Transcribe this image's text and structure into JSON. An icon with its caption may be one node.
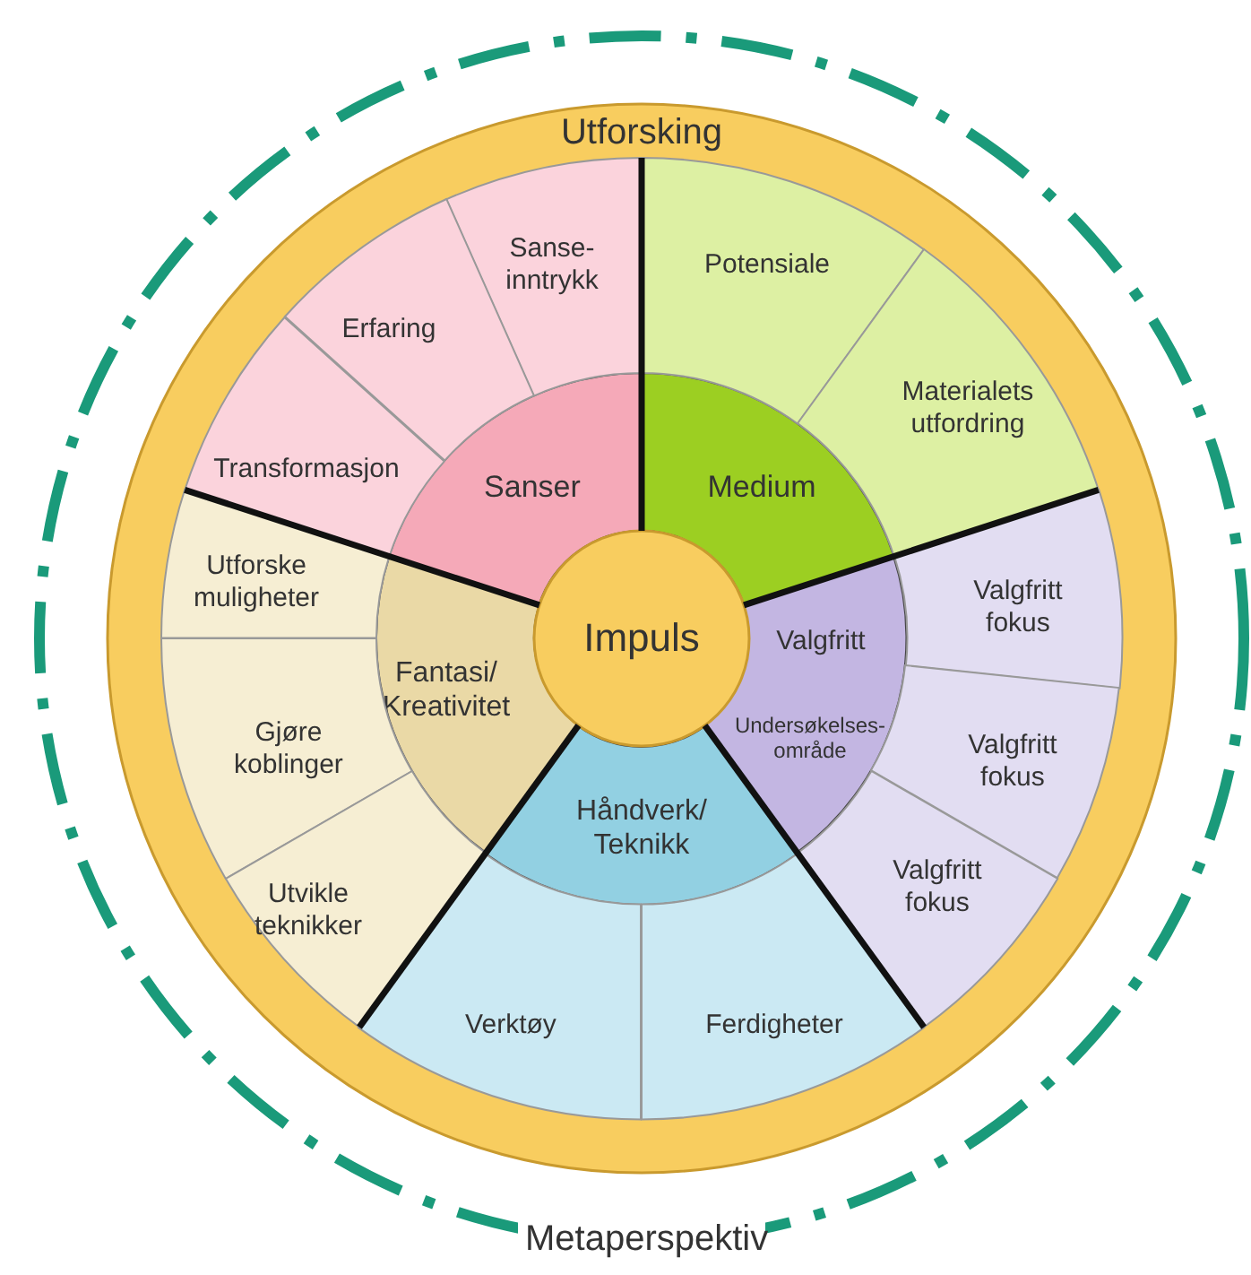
{
  "diagram": {
    "nodes": [
      {
        "text": [
          "Metaperspektiv"
        ]
      },
      {
        "text": [
          "Utforsking"
        ],
        "in": 0
      },
      {
        "text": [
          "Sanser"
        ],
        "in": 1
      },
      {
        "text": [
          "Sanse-inntrykk"
        ],
        "in": 1
      },
      {
        "text": [
          "Erfaring"
        ],
        "in": 1
      },
      {
        "text": [
          "Transformasjon"
        ],
        "in": 1
      },
      {
        "text": [
          "Medium"
        ],
        "in": 1
      },
      {
        "text": [
          "Potensiale"
        ],
        "in": 1
      },
      {
        "text": [
          "Materialets utfordring"
        ],
        "in": 1
      },
      {
        "text": [
          "Valgfritt",
          "Undersøkelses-område"
        ],
        "in": 1
      },
      {
        "text": [
          "Valgfritt fokus"
        ],
        "in": 1
      },
      {
        "text": [
          "Valgfritt fokus"
        ],
        "in": 1
      },
      {
        "text": [
          "Valgfritt fokus"
        ],
        "in": 1
      },
      {
        "text": [
          "Håndverk/ Teknikk"
        ],
        "in": 1
      },
      {
        "text": [
          "Verktøy"
        ],
        "in": 1
      },
      {
        "text": [
          "Ferdigheter"
        ],
        "in": 1
      },
      {
        "text": [
          "Fantasi/ Kreativitet"
        ],
        "in": 1
      },
      {
        "text": [
          "Utforske muligheter"
        ],
        "in": 1
      },
      {
        "text": [
          "Gjøre koblinger"
        ],
        "in": 1
      },
      {
        "text": [
          "Utvikle teknikker"
        ],
        "in": 1
      },
      {
        "text": [
          "Impuls"
        ],
        "in": 1
      }
    ]
  }
}
